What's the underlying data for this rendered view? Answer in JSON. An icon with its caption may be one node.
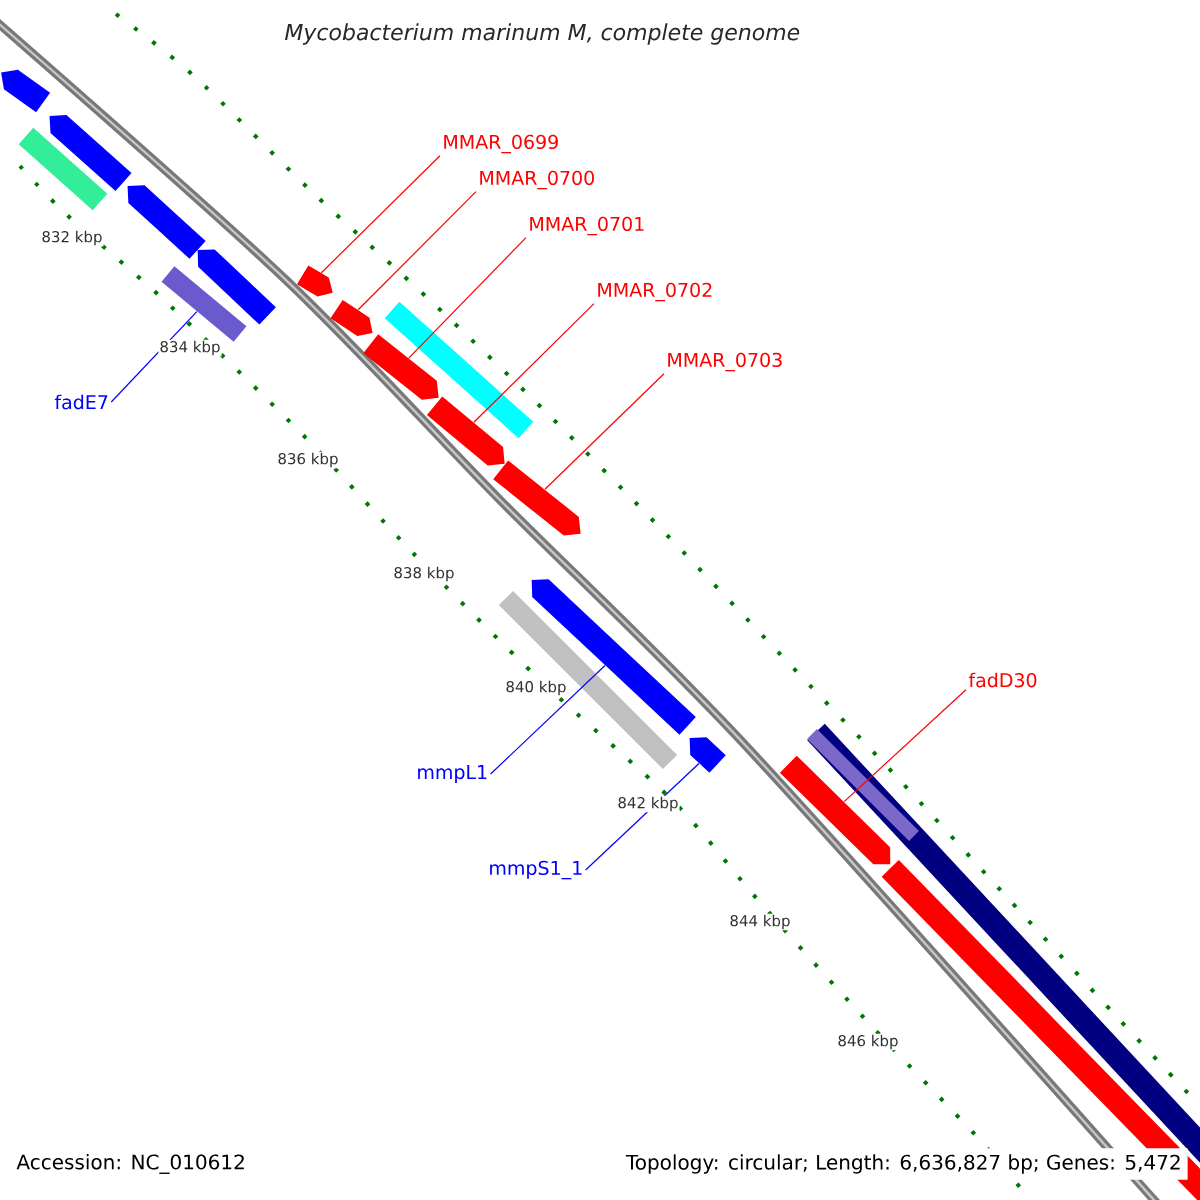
{
  "diagram": {
    "title": "Mycobacterium marinum M, complete genome",
    "nodes": [
      {
        "text": [],
        "shape": "bar"
      },
      {
        "text": [],
        "shape": "bar"
      },
      {
        "text": [],
        "shape": "bar"
      },
      {
        "text": [],
        "shape": "bar"
      },
      {
        "text": [],
        "shape": "bar"
      },
      {
        "text": [],
        "shape": "bar"
      },
      {
        "text": [
          "fadE7"
        ]
      },
      {
        "text": [],
        "shape": "bar"
      },
      {
        "text": [
          "MMAR_0699"
        ]
      },
      {
        "text": [],
        "shape": "bar"
      },
      {
        "text": [
          "MMAR_0700"
        ]
      },
      {
        "text": [],
        "shape": "bar"
      },
      {
        "text": [
          "MMAR_0701"
        ]
      },
      {
        "text": [],
        "shape": "bar"
      },
      {
        "text": [],
        "shape": "bar"
      },
      {
        "text": [
          "MMAR_0702"
        ]
      },
      {
        "text": [],
        "shape": "bar"
      },
      {
        "text": [
          "MMAR_0703"
        ]
      },
      {
        "text": [],
        "shape": "bar"
      },
      {
        "text": [],
        "shape": "bar"
      },
      {
        "text": [
          "mmpL1"
        ]
      },
      {
        "text": [],
        "shape": "bar"
      },
      {
        "text": [
          "mmpS1_1"
        ]
      },
      {
        "text": [],
        "shape": "bar"
      },
      {
        "text": [],
        "shape": "bar"
      },
      {
        "text": [],
        "shape": "bar",
        "in": 24
      },
      {
        "text": [
          "fadD30"
        ]
      },
      {
        "text": [],
        "shape": "bar"
      }
    ],
    "edges": [
      {
        "from": 6,
        "to": 4,
        "arrow": "none",
        "color": "#0000ff"
      },
      {
        "from": 8,
        "to": 7,
        "arrow": "none"
      },
      {
        "from": 10,
        "to": 9,
        "arrow": "none"
      },
      {
        "from": 12,
        "to": 11,
        "arrow": "none"
      },
      {
        "from": 15,
        "to": 14,
        "arrow": "none"
      },
      {
        "from": 17,
        "to": 16,
        "arrow": "none"
      },
      {
        "from": 20,
        "to": 19,
        "arrow": "none",
        "color": "#0000ff"
      },
      {
        "from": 22,
        "to": 21,
        "arrow": "none",
        "color": "#0000ff"
      },
      {
        "from": 26,
        "to": 23,
        "arrow": "none"
      }
    ],
    "labels": [
      "832 kbp",
      "834 kbp",
      "836 kbp",
      "838 kbp",
      "840 kbp",
      "842 kbp",
      "844 kbp",
      "846 kbp",
      "Accession: NC_010612",
      "Topology: circular; Length: 6,636,827 bp; Genes: 5,472"
    ]
  }
}
